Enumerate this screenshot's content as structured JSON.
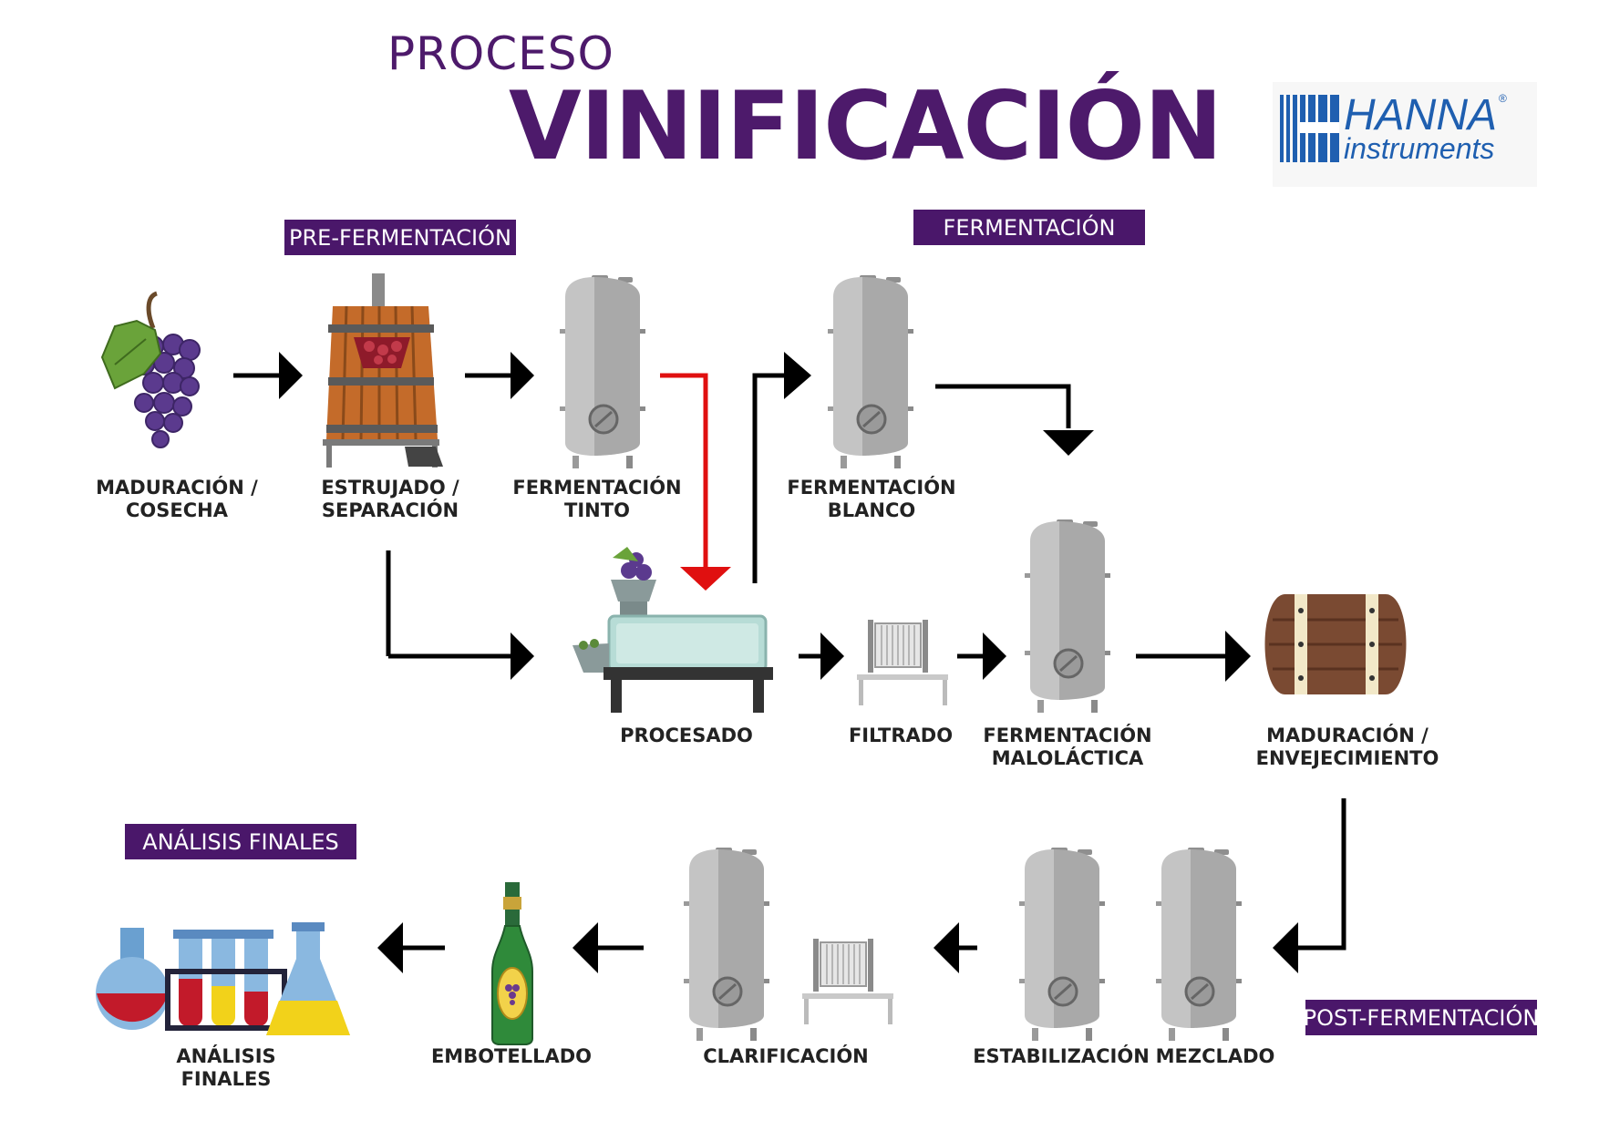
{
  "header": {
    "title_line1": "PROCESO",
    "title_line2": "VINIFICACIÓN"
  },
  "logo": {
    "brand": "HANNA",
    "sub": "instruments",
    "mark": "®"
  },
  "phases": {
    "pre_fermentation": "PRE-FERMENTACIÓN",
    "fermentation": "FERMENTACIÓN",
    "final_analysis": "ANÁLISIS FINALES",
    "post_fermentation": "POST-FERMENTACIÓN"
  },
  "steps": {
    "harvest": {
      "line1": "MADURACIÓN /",
      "line2": "COSECHA",
      "icon": "grapes-icon"
    },
    "crushing": {
      "line1": "ESTRUJADO /",
      "line2": "SEPARACIÓN",
      "icon": "wine-press-icon"
    },
    "red_fermentation": {
      "line1": "FERMENTACIÓN",
      "line2": "TINTO",
      "icon": "tank-icon"
    },
    "white_fermentation": {
      "line1": "FERMENTACIÓN",
      "line2": "BLANCO",
      "icon": "tank-icon"
    },
    "processing": {
      "line1": "PROCESADO",
      "icon": "processing-machine-icon"
    },
    "filtering": {
      "line1": "FILTRADO",
      "icon": "filter-icon"
    },
    "malolactic": {
      "line1": "FERMENTACIÓN",
      "line2": "MALOLÁCTICA",
      "icon": "tank-icon"
    },
    "aging": {
      "line1": "MADURACIÓN /",
      "line2": "ENVEJECIMIENTO",
      "icon": "barrel-icon"
    },
    "blending": {
      "line1": "MEZCLADO",
      "icon": "tank-icon"
    },
    "stabilization": {
      "line1": "ESTABILIZACIÓN",
      "icon": "tank-icon"
    },
    "clarification": {
      "line1": "CLARIFICACIÓN",
      "icon": "tank-filter-icon"
    },
    "bottling": {
      "line1": "EMBOTELLADO",
      "icon": "bottle-icon"
    },
    "analysis": {
      "line1": "ANÁLISIS",
      "line2": "FINALES",
      "icon": "lab-flasks-icon"
    }
  },
  "colors": {
    "brand_purple": "#4a176a",
    "arrow": "#000000",
    "arrow_highlight": "#e01010",
    "logo_blue": "#1f5fb0"
  }
}
